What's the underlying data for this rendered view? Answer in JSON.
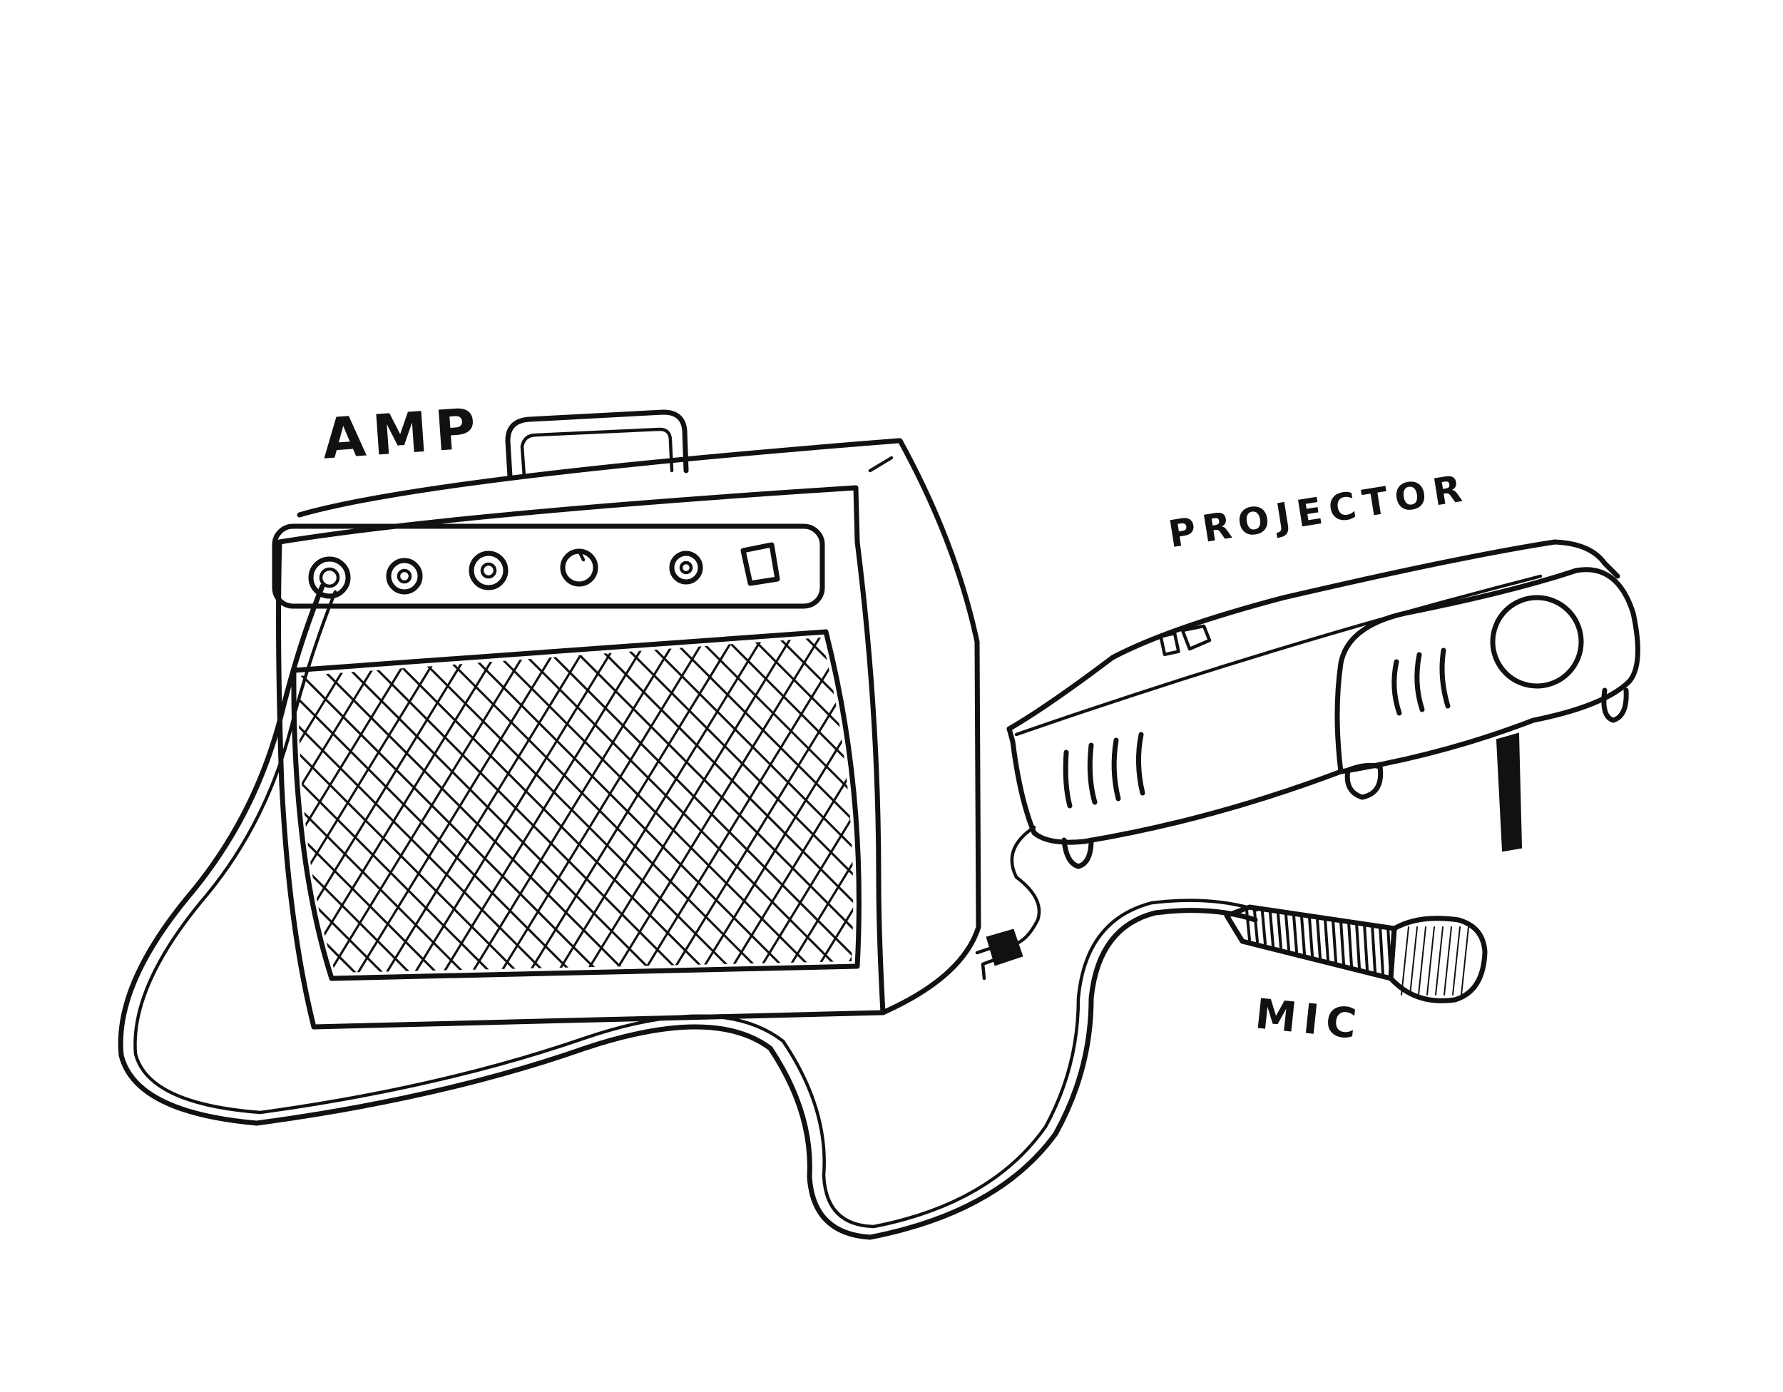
{
  "labels": {
    "amp": "AMP",
    "projector": "PROJECTOR",
    "mic": "MIC"
  },
  "colors": {
    "ink": "#111111",
    "paper": "#ffffff"
  }
}
